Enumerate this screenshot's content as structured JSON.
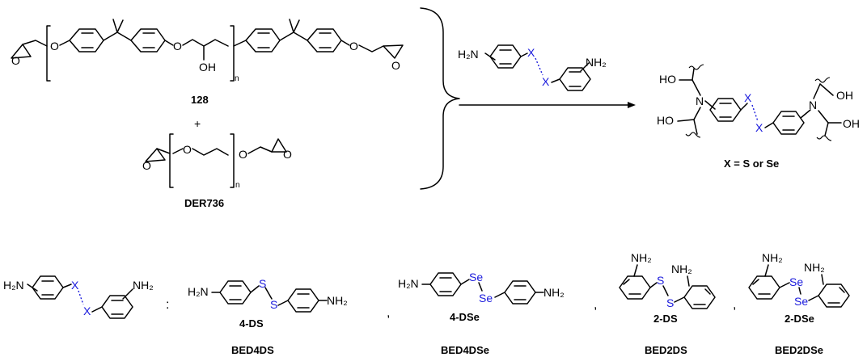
{
  "atoms": {
    "O": "O",
    "OH": "OH",
    "HO": "HO",
    "N": "N",
    "H2N": "H₂N",
    "NH2": "NH₂",
    "X": "X",
    "S": "S",
    "Se": "Se",
    "n": "n",
    "plus": "+"
  },
  "labels": {
    "epoxy_128": "128",
    "epoxy_der": "DER736",
    "product_note": "X = S or Se",
    "generic_sep": ":",
    "comma": ","
  },
  "compounds": [
    {
      "short": "4-DS",
      "name": "BED4DS"
    },
    {
      "short": "4-DSe",
      "name": "BED4DSe"
    },
    {
      "short": "2-DS",
      "name": "BED2DS"
    },
    {
      "short": "2-DSe",
      "name": "BED2DSe"
    }
  ],
  "colors": {
    "heteroatom": "#1a1adc",
    "bond": "#000000"
  }
}
